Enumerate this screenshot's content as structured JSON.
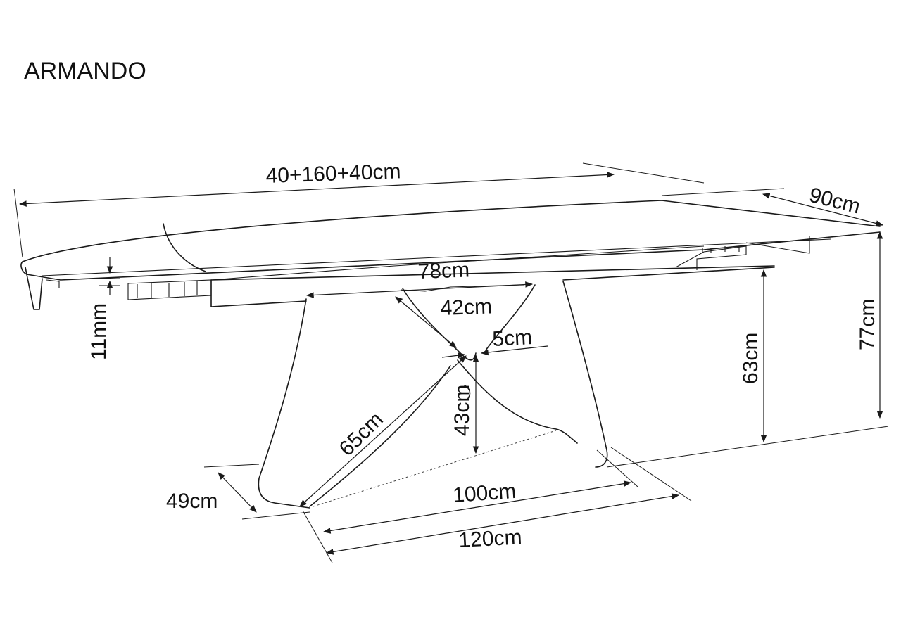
{
  "title": "ARMANDO",
  "dimensions": {
    "length": "40+160+40cm",
    "depth": "90cm",
    "height": "77cm",
    "base_height": "63cm",
    "top_thickness": "11mm",
    "upper_span": "78cm",
    "inner_span": "42cm",
    "beam_width": "5cm",
    "cross_height": "43cm",
    "diagonal": "65cm",
    "foot_depth": "49cm",
    "base_length": "100cm",
    "foot_length": "120cm"
  }
}
